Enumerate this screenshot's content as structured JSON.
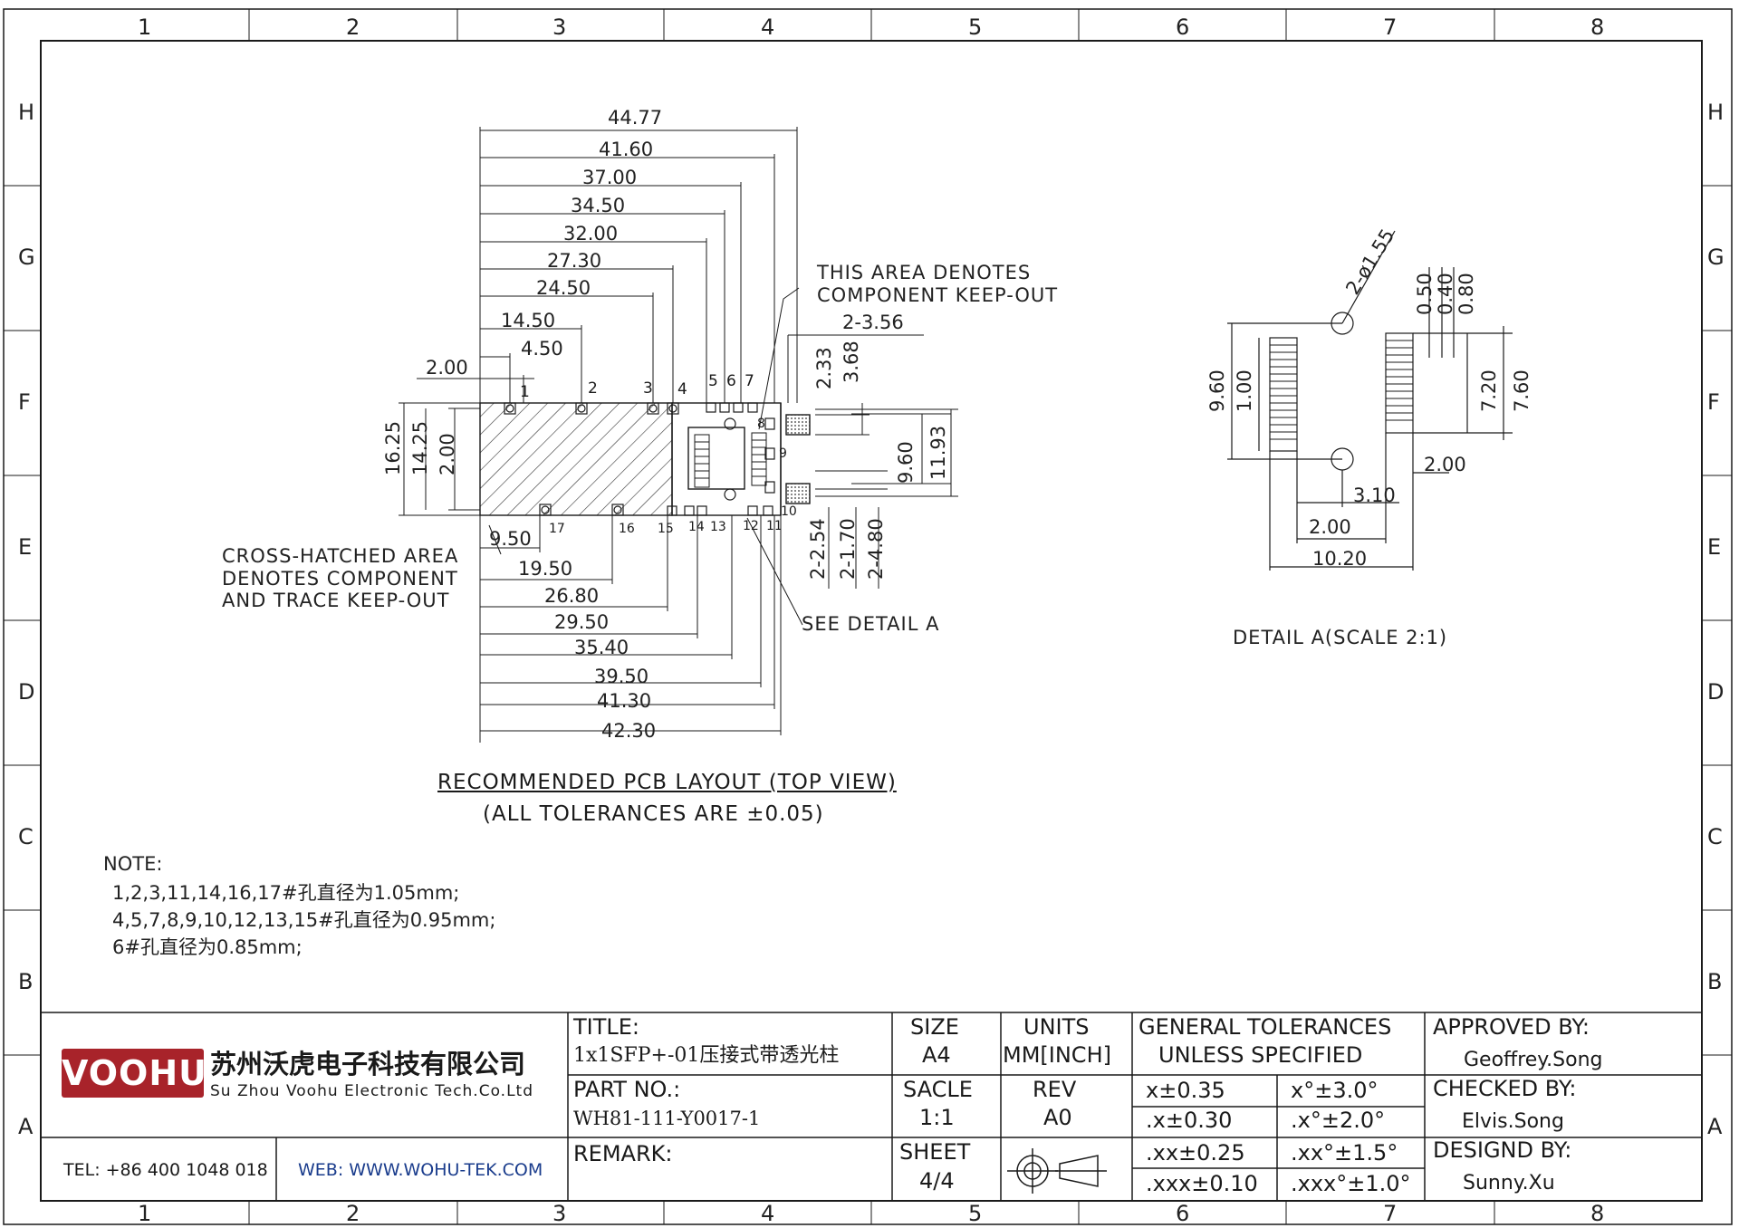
{
  "zones": {
    "columns": [
      "1",
      "2",
      "3",
      "4",
      "5",
      "6",
      "7",
      "8"
    ],
    "rows": [
      "H",
      "G",
      "F",
      "E",
      "D",
      "C",
      "B",
      "A"
    ]
  },
  "main_view": {
    "top_dims": [
      "44.77",
      "41.60",
      "37.00",
      "34.50",
      "32.00",
      "27.30",
      "24.50",
      "14.50",
      "4.50",
      "2.00"
    ],
    "left_dims": [
      "16.25",
      "14.25",
      "2.00"
    ],
    "right_dims": [
      "2-3.56",
      "2.33",
      "3.68",
      "9.60",
      "11.93"
    ],
    "bottom_dims": [
      "9.50",
      "19.50",
      "26.80",
      "29.50",
      "35.40",
      "39.50",
      "41.30",
      "42.30"
    ],
    "slot_dims": [
      "2-2.54",
      "2-1.70",
      "2-4.80"
    ],
    "pin_labels": {
      "p1": "1",
      "p2": "2",
      "p3": "3",
      "p4": "4",
      "p5": "5",
      "p6": "6",
      "p7": "7",
      "p8": "8",
      "p9": "9",
      "p10": "10",
      "p11": "11",
      "p12": "12",
      "p13": "13",
      "p14": "14",
      "p15": "15",
      "p16": "16",
      "p17": "17"
    },
    "callout_keepout": [
      "THIS AREA DENOTES",
      "COMPONENT KEEP-OUT"
    ],
    "callout_hatch": [
      "CROSS-HATCHED AREA",
      "DENOTES COMPONENT",
      "AND TRACE KEEP-OUT"
    ],
    "callout_detail": "SEE DETAIL A",
    "title": "RECOMMENDED PCB LAYOUT (TOP VIEW)",
    "subtitle": "(ALL TOLERANCES ARE ±0.05)"
  },
  "detail_view": {
    "hole_dim": "2-ø1.55",
    "pitch_dims": [
      "0.50",
      "0.40",
      "0.80"
    ],
    "left_dims": [
      "9.60",
      "1.00"
    ],
    "right_dims": [
      "7.20",
      "7.60"
    ],
    "bottom_dims": [
      "2.00",
      "3.10",
      "2.00",
      "10.20"
    ],
    "title": "DETAIL A(SCALE 2:1)"
  },
  "notes": {
    "heading": "NOTE:",
    "lines": [
      "1,2,3,11,14,16,17#孔直径为1.05mm;",
      "4,5,7,8,9,10,12,13,15#孔直径为0.95mm;",
      "6#孔直径为0.85mm;"
    ]
  },
  "title_block": {
    "logo_text": "VOOHU",
    "company_cn": "苏州沃虎电子科技有限公司",
    "company_en": "Su Zhou Voohu Electronic Tech.Co.Ltd",
    "tel": "TEL: +86 400 1048 018",
    "web": "WEB: WWW.WOHU-TEK.COM",
    "title_label": "TITLE:",
    "title_value": "1x1SFP+-01压接式带透光柱",
    "part_label": "PART NO.:",
    "part_value": "WH81-111-Y0017-1",
    "remark_label": "REMARK:",
    "size_label": "SIZE",
    "size_value": "A4",
    "scale_label": "SACLE",
    "scale_value": "1:1",
    "sheet_label": "SHEET",
    "sheet_value": "4/4",
    "units_label": "UNITS",
    "units_value": "MM[INCH]",
    "rev_label": "REV",
    "rev_value": "A0",
    "tol_title_1": "GENERAL TOLERANCES",
    "tol_title_2": "UNLESS SPECIFIED",
    "tolerances": [
      [
        "x±0.35",
        "x°±3.0°"
      ],
      [
        ".x±0.30",
        ".x°±2.0°"
      ],
      [
        ".xx±0.25",
        ".xx°±1.5°"
      ],
      [
        ".xxx±0.10",
        ".xxx°±1.0°"
      ]
    ],
    "approved_label": "APPROVED BY:",
    "approved_value": "Geoffrey.Song",
    "checked_label": "CHECKED BY:",
    "checked_value": "Elvis.Song",
    "designed_label": "DESIGND BY:",
    "designed_value": "Sunny.Xu"
  },
  "colors": {
    "line": "#1a1a1a",
    "logo_red": "#a8232a",
    "web_blue": "#1a3c8c"
  }
}
